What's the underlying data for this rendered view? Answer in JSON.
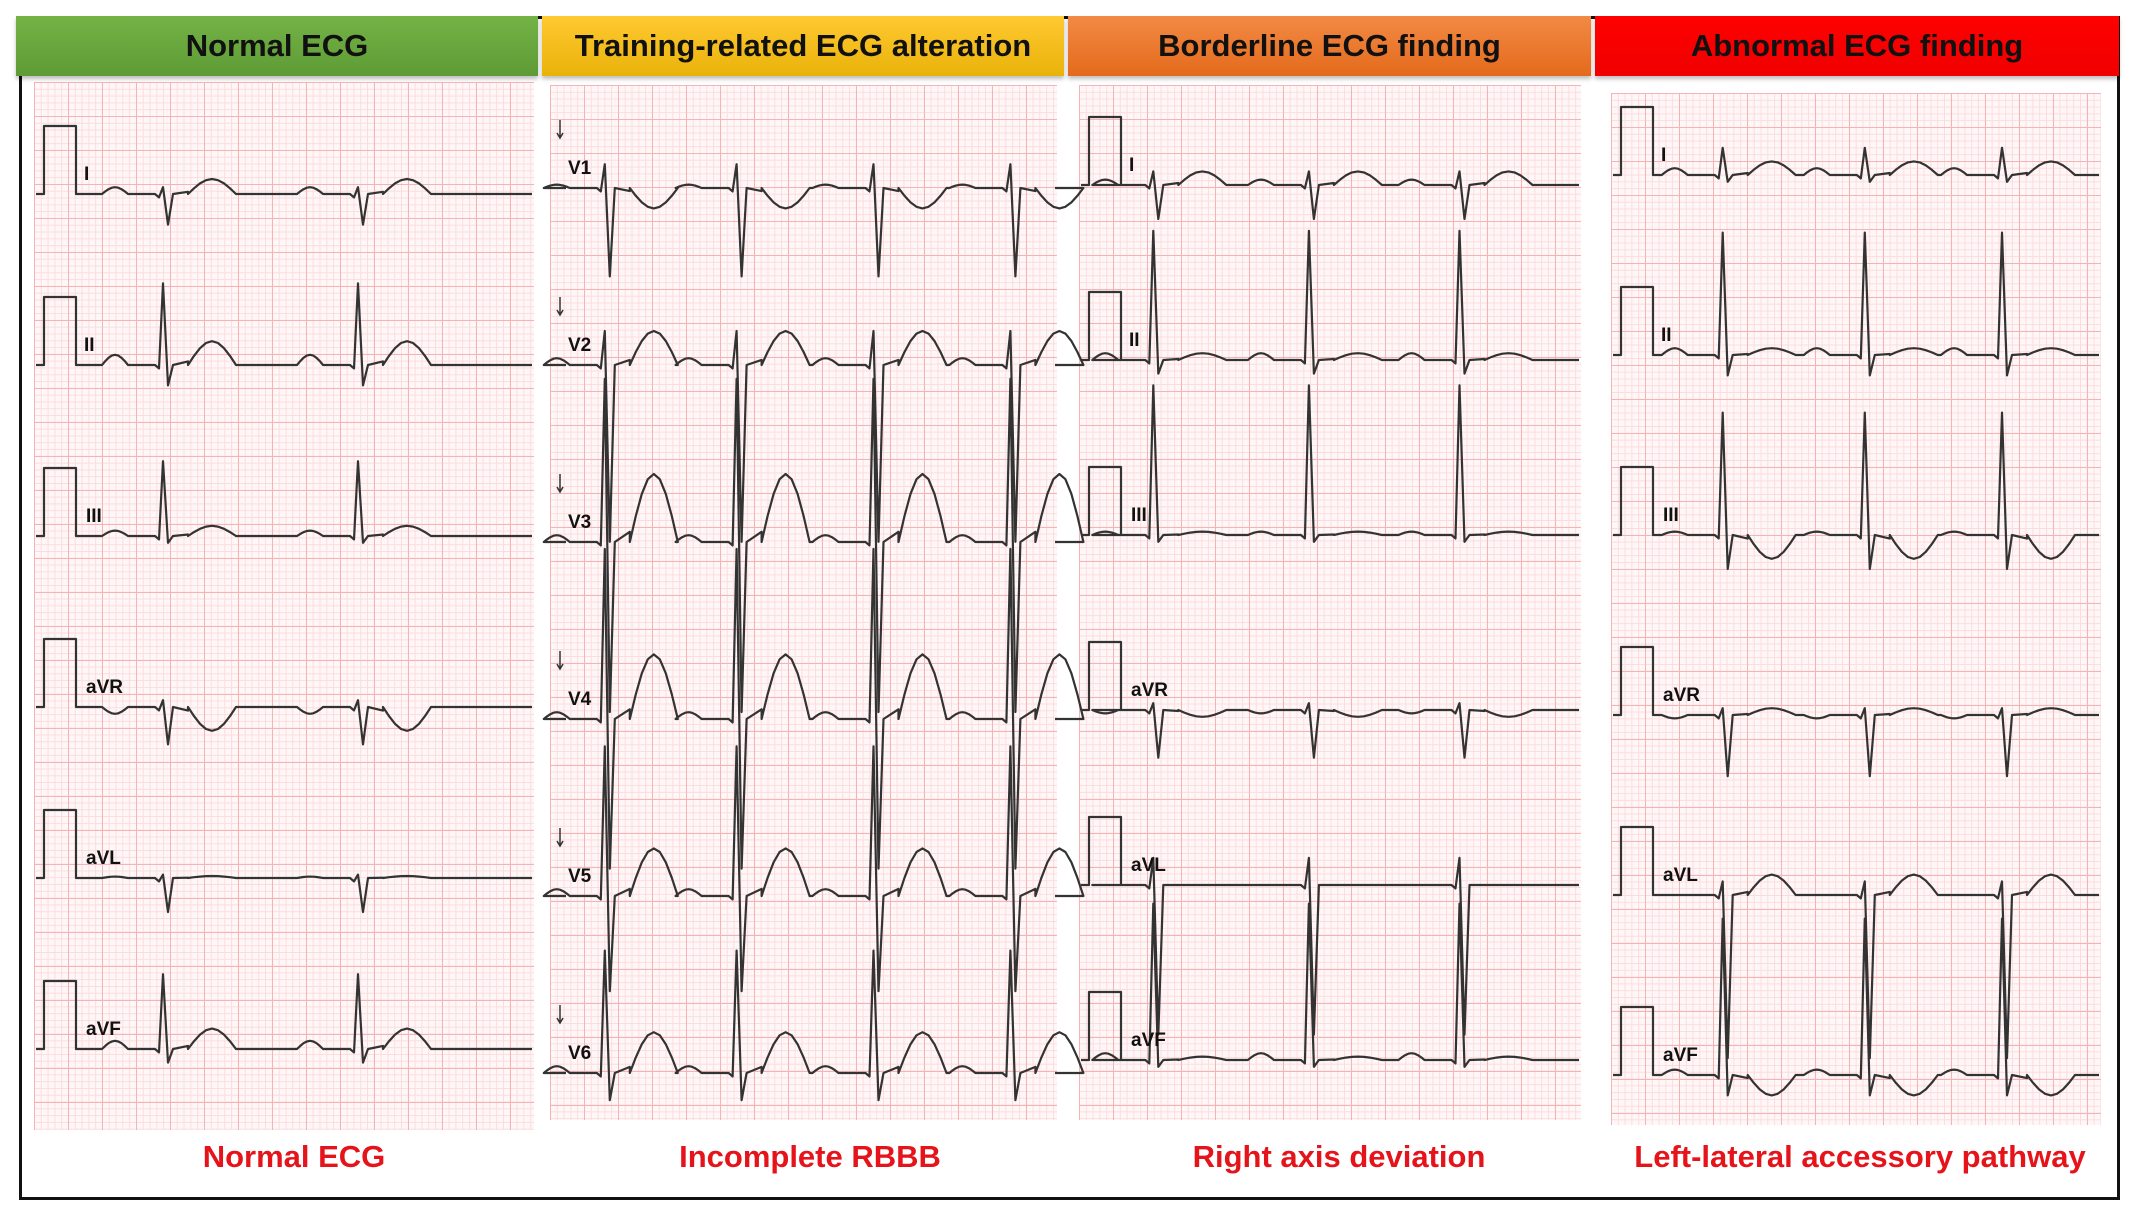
{
  "panels": [
    {
      "header": "Normal ECG",
      "header_color": [
        "#74b346",
        "#5e9b36"
      ],
      "caption": "Normal ECG",
      "calibration": true,
      "beats": [
        0.26,
        0.65
      ],
      "leads": [
        {
          "name": "I",
          "p": 0.1,
          "r": 0.1,
          "s": 0.45,
          "t": 0.22
        },
        {
          "name": "II",
          "p": 0.15,
          "r": 1.2,
          "s": 0.3,
          "t": 0.35
        },
        {
          "name": "III",
          "p": 0.08,
          "r": 1.1,
          "s": 0.1,
          "t": 0.15
        },
        {
          "name": "aVR",
          "p": -0.1,
          "r": 0.1,
          "s": 0.55,
          "t": -0.35
        },
        {
          "name": "aVL",
          "p": 0.02,
          "r": 0.05,
          "s": 0.5,
          "t": 0.03
        },
        {
          "name": "aVF",
          "p": 0.12,
          "r": 1.1,
          "s": 0.2,
          "t": 0.3
        }
      ]
    },
    {
      "header": "Training-related ECG alteration",
      "header_color": [
        "#ffc931",
        "#e9b20a"
      ],
      "caption": "Incomplete RBBB",
      "calibration": false,
      "beats": [
        0.11,
        0.37,
        0.64,
        0.91
      ],
      "leads": [
        {
          "name": "V1",
          "p": 0.05,
          "r": 0.35,
          "s": 1.3,
          "t": -0.3
        },
        {
          "name": "V2",
          "p": 0.1,
          "r": 0.5,
          "s": 2.6,
          "t": 0.5
        },
        {
          "name": "V3",
          "p": 0.1,
          "r": 2.4,
          "s": 2.5,
          "t": 1.0
        },
        {
          "name": "V4",
          "p": 0.1,
          "r": 2.5,
          "s": 2.2,
          "t": 0.95
        },
        {
          "name": "V5",
          "p": 0.1,
          "r": 2.2,
          "s": 1.4,
          "t": 0.7
        },
        {
          "name": "V6",
          "p": 0.1,
          "r": 1.8,
          "s": 0.4,
          "t": 0.6
        }
      ]
    },
    {
      "header": "Borderline ECG finding",
      "header_color": [
        "#f28a45",
        "#e46a1c"
      ],
      "caption": "Right axis deviation",
      "calibration": true,
      "beats": [
        0.15,
        0.46,
        0.76
      ],
      "leads": [
        {
          "name": "I",
          "p": 0.08,
          "r": 0.2,
          "s": 0.5,
          "t": 0.2
        },
        {
          "name": "II",
          "p": 0.1,
          "r": 1.9,
          "s": 0.2,
          "t": 0.1
        },
        {
          "name": "III",
          "p": 0.05,
          "r": 2.2,
          "s": 0.1,
          "t": 0.05
        },
        {
          "name": "aVR",
          "p": -0.05,
          "r": 0.1,
          "s": 0.7,
          "t": -0.1
        },
        {
          "name": "aVL",
          "p": 0.0,
          "r": 0.4,
          "s": 2.2,
          "t": 0.0
        },
        {
          "name": "aVF",
          "p": 0.1,
          "r": 2.3,
          "s": 0.1,
          "t": 0.05
        }
      ]
    },
    {
      "header": "Abnormal ECG finding",
      "header_color": [
        "#ff0000",
        "#f00000"
      ],
      "caption": "Left-lateral accessory pathway",
      "calibration": true,
      "beats": [
        0.23,
        0.52,
        0.8
      ],
      "leads": [
        {
          "name": "I",
          "p": 0.1,
          "r": 0.4,
          "s": 0.1,
          "t": 0.2
        },
        {
          "name": "II",
          "p": 0.1,
          "r": 1.8,
          "s": 0.3,
          "t": 0.1
        },
        {
          "name": "III",
          "p": 0.05,
          "r": 1.8,
          "s": 0.5,
          "t": -0.35
        },
        {
          "name": "aVR",
          "p": -0.05,
          "r": 0.1,
          "s": 0.9,
          "t": 0.1
        },
        {
          "name": "aVL",
          "p": 0.0,
          "r": 0.2,
          "s": 2.4,
          "t": 0.3
        },
        {
          "name": "aVF",
          "p": 0.08,
          "r": 2.3,
          "s": 0.3,
          "t": -0.3
        }
      ]
    }
  ]
}
